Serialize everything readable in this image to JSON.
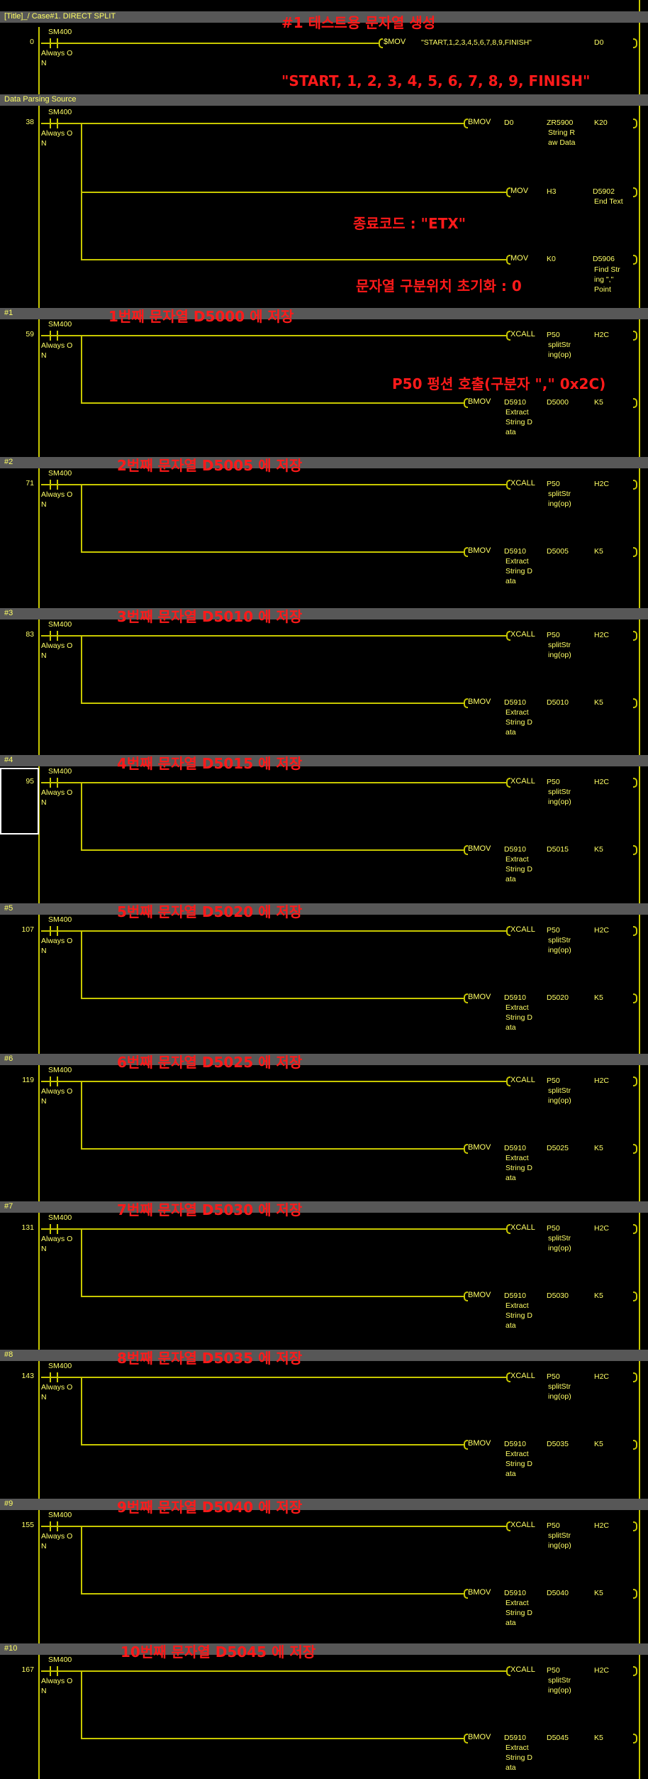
{
  "title_bar": "[Title]_/ Case#1. DIRECT SPLIT",
  "contact": {
    "device": "SM400",
    "comment": [
      "Always O",
      "N"
    ]
  },
  "rung0": {
    "step": "0",
    "annotation": "#1 테스트용 문자열 생성",
    "instruction": "$MOV",
    "operand1": "\"START,1,2,3,4,5,6,7,8,9,FINISH\"",
    "operand2": "D0",
    "annotation2": "\"START, 1, 2, 3, 4, 5, 6, 7, 8, 9, FINISH\""
  },
  "section_data_parsing": "Data Parsing Source",
  "rung38": {
    "step": "38",
    "bmov": {
      "inst": "BMOV",
      "op1": "D0",
      "op2": "ZR5900",
      "op2_comment": [
        "String R",
        "aw Data"
      ],
      "op3": "K20"
    },
    "mov1": {
      "inst": "MOV",
      "op1": "H3",
      "op2": "D5902",
      "op2_comment": [
        "End Text"
      ]
    },
    "mov2": {
      "inst": "MOV",
      "op1": "K0",
      "op2": "D5906",
      "op2_comment": [
        "Find Str",
        "ing \",\"",
        "Point"
      ]
    },
    "anno_etx": "종료코드 : \"ETX\"",
    "anno_init": "문자열 구분위치 초기화 : 0"
  },
  "xcall": {
    "inst": "XCALL",
    "op1": "P50",
    "op1_comment": [
      "splitStr",
      "ing(op)"
    ],
    "op2": "H2C"
  },
  "bmov_split": {
    "inst": "BMOV",
    "op1": "D5910",
    "op1_comment": [
      "Extract",
      "String D",
      "ata"
    ],
    "op3": "K5"
  },
  "p50_annotation": "P50 펑션 호출(구분자 \",\" 0x2C)",
  "rungs": [
    {
      "label": "#1",
      "step": "59",
      "anno": "1번째 문자열 D5000 에 저장",
      "dest": "D5000"
    },
    {
      "label": "#2",
      "step": "71",
      "anno": "2번째 문자열 D5005 에 저장",
      "dest": "D5005"
    },
    {
      "label": "#3",
      "step": "83",
      "anno": "3번째 문자열 D5010 에 저장",
      "dest": "D5010"
    },
    {
      "label": "#4",
      "step": "95",
      "anno": "4번째 문자열 D5015 에 저장",
      "dest": "D5015"
    },
    {
      "label": "#5",
      "step": "107",
      "anno": "5번째 문자열 D5020 에 저장",
      "dest": "D5020"
    },
    {
      "label": "#6",
      "step": "119",
      "anno": "6번째 문자열 D5025 에 저장",
      "dest": "D5025"
    },
    {
      "label": "#7",
      "step": "131",
      "anno": "7번째 문자열 D5030 에 저장",
      "dest": "D5030"
    },
    {
      "label": "#8",
      "step": "143",
      "anno": "8번째 문자열 D5035 에 저장",
      "dest": "D5035"
    },
    {
      "label": "#9",
      "step": "155",
      "anno": "9번째 문자열 D5040 에 저장",
      "dest": "D5040"
    },
    {
      "label": "#10",
      "step": "167",
      "anno": "10번째 문자열 D5045 에 저장",
      "dest": "D5045"
    }
  ]
}
